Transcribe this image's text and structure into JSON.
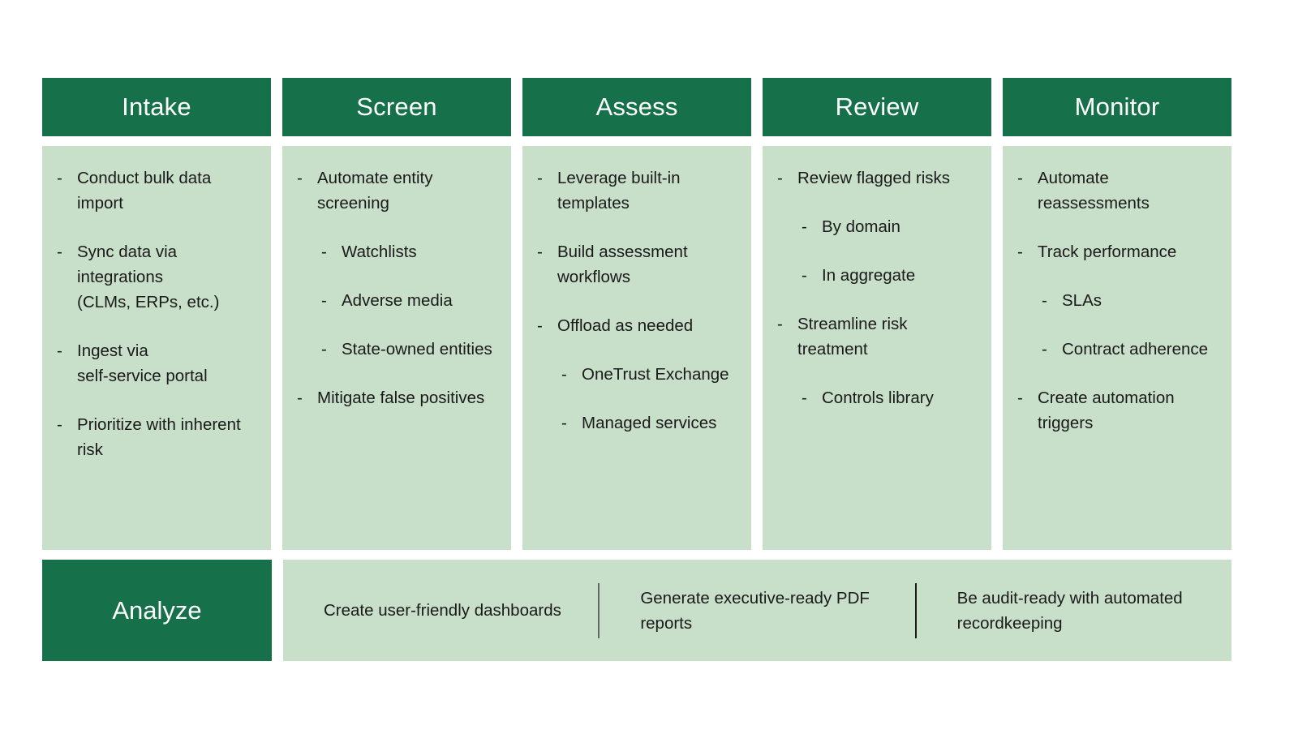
{
  "diagram": {
    "type": "process-flow",
    "accent_dark": "#16704A",
    "accent_light": "#C8DFC9",
    "text_color": "#1A1A1A",
    "columns": [
      {
        "title": "Intake",
        "bullets": [
          {
            "level": 1,
            "text": "Conduct bulk data import"
          },
          {
            "level": 1,
            "text": "Sync data via integrations\n(CLMs, ERPs, etc.)"
          },
          {
            "level": 1,
            "text": "Ingest via\nself-service portal"
          },
          {
            "level": 1,
            "text": "Prioritize with inherent risk"
          }
        ]
      },
      {
        "title": "Screen",
        "bullets": [
          {
            "level": 1,
            "text": "Automate entity screening"
          },
          {
            "level": 2,
            "text": "Watchlists"
          },
          {
            "level": 2,
            "text": "Adverse media"
          },
          {
            "level": 2,
            "text": "State-owned entities"
          },
          {
            "level": 1,
            "text": "Mitigate false positives"
          }
        ]
      },
      {
        "title": "Assess",
        "bullets": [
          {
            "level": 1,
            "text": "Leverage built-in templates"
          },
          {
            "level": 1,
            "text": "Build assessment workflows"
          },
          {
            "level": 1,
            "text": "Offload as needed"
          },
          {
            "level": 2,
            "text": "OneTrust Exchange"
          },
          {
            "level": 2,
            "text": "Managed services"
          }
        ]
      },
      {
        "title": "Review",
        "bullets": [
          {
            "level": 1,
            "text": "Review flagged risks"
          },
          {
            "level": 2,
            "text": "By domain"
          },
          {
            "level": 2,
            "text": "In aggregate"
          },
          {
            "level": 1,
            "text": "Streamline risk treatment"
          },
          {
            "level": 2,
            "text": "Controls library"
          }
        ]
      },
      {
        "title": "Monitor",
        "bullets": [
          {
            "level": 1,
            "text": "Automate reassessments"
          },
          {
            "level": 1,
            "text": "Track performance"
          },
          {
            "level": 2,
            "text": "SLAs"
          },
          {
            "level": 2,
            "text": "Contract adherence"
          },
          {
            "level": 1,
            "text": "Create automation triggers"
          }
        ]
      }
    ],
    "bullet_marker": "-",
    "analyze": {
      "title": "Analyze",
      "items": [
        "Create user-friendly dashboards",
        "Generate executive-ready PDF reports",
        "Be audit-ready with automated recordkeeping"
      ]
    }
  }
}
